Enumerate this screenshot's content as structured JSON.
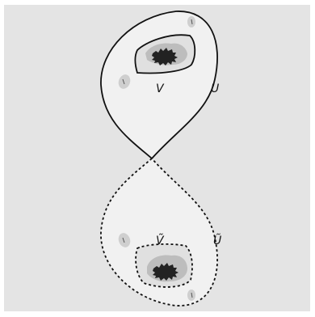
{
  "labels": {
    "V": "V",
    "U": "U",
    "V_tilde": "Ṽ",
    "U_tilde": "Ũ"
  },
  "colors": {
    "background": "#e4e4e4",
    "region_fill": "#f1f1f1",
    "inner_fill": "#e0e0e0",
    "halo": "#bdbdbd",
    "core": "#222222",
    "stroke": "#111111"
  }
}
